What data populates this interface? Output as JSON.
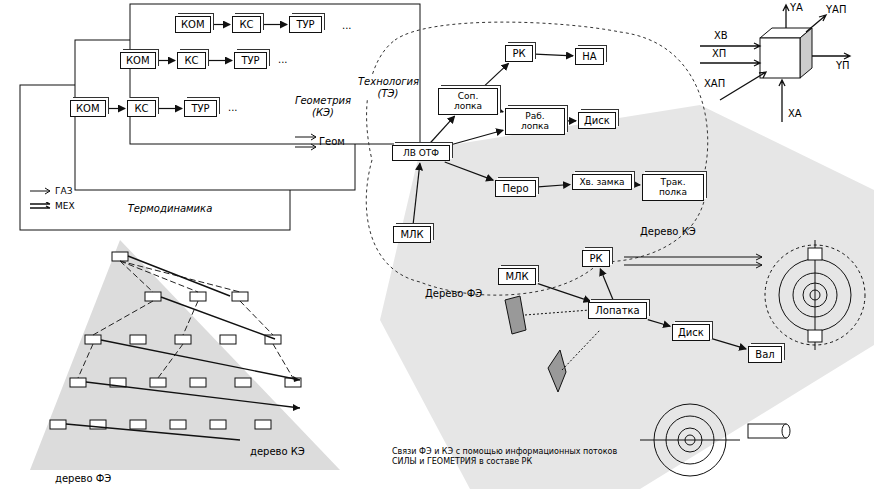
{
  "diagram": {
    "caption": "Связи ФЭ и КЭ с помощью информационных потоков СИЛЫ и ГЕОМЕТРИЯ в составе РК",
    "nodes": [
      {
        "text": [
          "Технология (ТЭ)"
        ]
      },
      {
        "text": [
          "КОМ"
        ],
        "in": 0
      },
      {
        "text": [
          "КС"
        ],
        "in": 0
      },
      {
        "text": [
          "ТУР"
        ],
        "in": 0
      },
      {
        "text": [
          "Геометрия (КЭ)"
        ]
      },
      {
        "text": [
          "КОМ"
        ],
        "in": 4
      },
      {
        "text": [
          "КС"
        ],
        "in": 4
      },
      {
        "text": [
          "ТУР"
        ],
        "in": 4
      },
      {
        "text": [
          "Термодинамика"
        ]
      },
      {
        "text": [
          "КОМ"
        ],
        "in": 8
      },
      {
        "text": [
          "КС"
        ],
        "in": 8
      },
      {
        "text": [
          "ТУР"
        ],
        "in": 8
      },
      {
        "text": [
          "Соп. лопка"
        ]
      },
      {
        "text": [
          "РК"
        ]
      },
      {
        "text": [
          "НА"
        ]
      },
      {
        "text": [
          "Раб. лопка"
        ]
      },
      {
        "text": [
          "Диск"
        ]
      },
      {
        "text": [
          "ЛВ ОТФ"
        ]
      },
      {
        "text": [
          "Перо"
        ]
      },
      {
        "text": [
          "Хв. замка"
        ]
      },
      {
        "text": [
          "Трак. полка"
        ]
      },
      {
        "text": [
          "МЛК"
        ]
      },
      {
        "text": [
          "МЛК"
        ]
      },
      {
        "text": [
          "Лопатка"
        ]
      },
      {
        "text": [
          "Диск"
        ]
      },
      {
        "text": [
          "Вал"
        ]
      },
      {
        "text": [
          "РК"
        ]
      }
    ],
    "edges": [
      {
        "from": 1,
        "to": 2,
        "arrow": "to"
      },
      {
        "from": 2,
        "to": 3,
        "arrow": "to"
      },
      {
        "from": 5,
        "to": 6,
        "arrow": "to"
      },
      {
        "from": 6,
        "to": 7,
        "arrow": "to"
      },
      {
        "from": 9,
        "to": 10,
        "arrow": "to"
      },
      {
        "from": 10,
        "to": 11,
        "arrow": "to"
      },
      {
        "from": 12,
        "to": 13,
        "arrow": "to"
      },
      {
        "from": 13,
        "to": 14,
        "arrow": "to"
      },
      {
        "from": 12,
        "to": 15,
        "arrow": "to"
      },
      {
        "from": 15,
        "to": 16,
        "arrow": "to"
      },
      {
        "from": 17,
        "to": 12,
        "arrow": "to"
      },
      {
        "from": 17,
        "to": 15,
        "arrow": "to"
      },
      {
        "from": 17,
        "to": 18,
        "arrow": "to"
      },
      {
        "from": 21,
        "to": 17,
        "arrow": "to"
      },
      {
        "from": 18,
        "to": 19,
        "arrow": "to"
      },
      {
        "from": 19,
        "to": 20,
        "arrow": "to"
      },
      {
        "from": 22,
        "to": 23,
        "arrow": "to"
      },
      {
        "from": 23,
        "to": 24,
        "arrow": "to"
      },
      {
        "from": 24,
        "to": 25,
        "arrow": "to"
      },
      {
        "from": 23,
        "to": 26,
        "arrow": "to"
      }
    ],
    "labels": [
      "Геом",
      "Дерево ФЭ",
      "Дерево КЭ",
      "дерево ФЭ",
      "дерево КЭ",
      "XВ",
      "XП",
      "XАП",
      "XА",
      "YА",
      "YАП",
      "YП",
      "...",
      "...",
      "..."
    ],
    "legend": [
      {
        "text": "ГАЗ"
      },
      {
        "text": "МЕХ"
      }
    ]
  }
}
